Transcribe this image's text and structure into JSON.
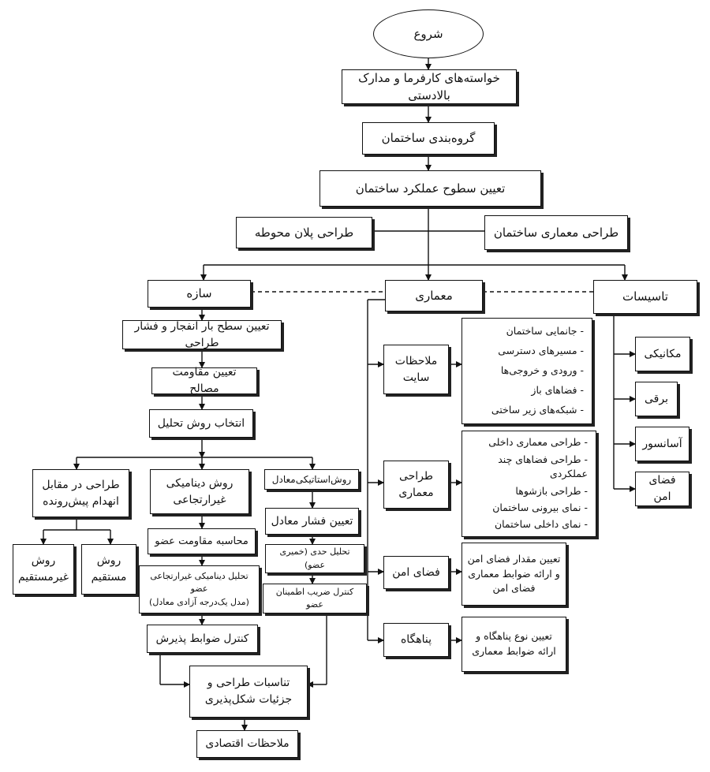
{
  "start": "شروع",
  "main_flow": [
    "خواسته‌های کارفرما و مدارک بالادستی",
    "گروه‌بندی ساختمان",
    "تعیین سطوح عملکرد ساختمان"
  ],
  "site_plan": "طراحی پلان محوطه",
  "arch_design": "طراحی معماری ساختمان",
  "categories": {
    "structure": "سازه",
    "architecture": "معماری",
    "installations": "تاسیسات"
  },
  "installations": [
    "مکانیکی",
    "برقی",
    "آسانسور",
    "فضای امن"
  ],
  "architecture_items": [
    {
      "label_lines": [
        "ملاحظات",
        "سایت"
      ],
      "details": [
        "جانمایی ساختمان",
        "مسیرهای دسترسی",
        "ورودی و خروجی‌ها",
        "فضاهای باز",
        "شبکه‌های زیر ساختی"
      ]
    },
    {
      "label_lines": [
        "طراحی",
        "معماری"
      ],
      "details": [
        "طراحی معماری داخلی",
        "طراحی فضاهای چند عملکردی",
        "طراحی بازشوها",
        "نمای بیرونی ساختمان",
        "نمای داخلی ساختمان"
      ]
    },
    {
      "label_lines": [
        "فضای امن"
      ],
      "details": [
        "تعیین مقدار فضای امن",
        "و ارائه ضوابط معماری",
        "فضای امن"
      ]
    },
    {
      "label_lines": [
        "پناهگاه"
      ],
      "details": [
        "تعیین نوع پناهگاه و",
        "ارائه ضوابط معماری"
      ]
    }
  ],
  "structure_flow": [
    "تعیین سطح بار انفجار و فشار طراحی",
    "تعیین مقاومت مصالح",
    "انتخاب روش تحلیل"
  ],
  "methods": {
    "progressive": {
      "lines": [
        "طراحی در مقابل",
        "انهدام پیش‌رونده"
      ],
      "direct": [
        "روش",
        "مستقیم"
      ],
      "indirect": [
        "روش",
        "غیرمستقیم"
      ]
    },
    "dynamic": {
      "lines": [
        "روش دینامیکی",
        "غیرارتجاعی"
      ],
      "steps": [
        "محاسبه مقاومت عضو",
        "تحلیل دینامیکی غیرارتجاعی عضو",
        "(مدل یک‌درجه آزادی معادل)",
        "کنترل ضوابط پذیرش"
      ]
    },
    "static": {
      "label": "روش‌استاتیکی‌معادل",
      "steps": [
        "تعیین فشار معادل",
        "تحلیل حدی (خمیری عضو)",
        "کنترل ضریب اطمینان عضو"
      ]
    }
  },
  "final": [
    "تناسبات طراحی و",
    "جزئیات شکل‌پذیری",
    "ملاحظات اقتصادی"
  ]
}
